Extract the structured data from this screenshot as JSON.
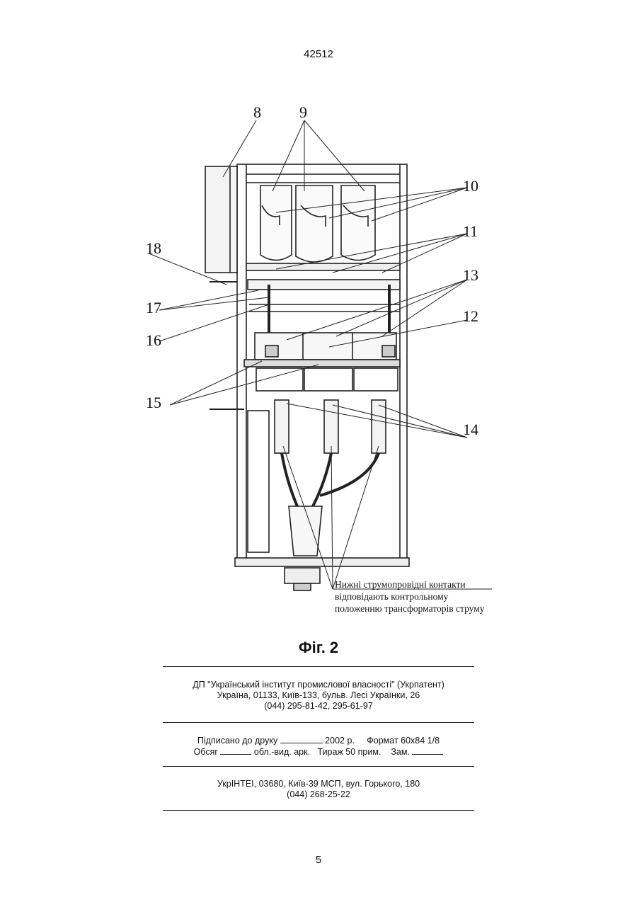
{
  "header": {
    "patent_number": "42512"
  },
  "figure": {
    "labels": {
      "l8": "8",
      "l9": "9",
      "l10": "10",
      "l11": "11",
      "l12": "12",
      "l13": "13",
      "l14": "14",
      "l15": "15",
      "l16": "16",
      "l17": "17",
      "l18": "18"
    },
    "note": {
      "line1": "Нижні струмопровідні контакти",
      "line2": "відповідають контрольному",
      "line3": "положенню трансформаторів струму"
    },
    "caption": "Фіг. 2"
  },
  "footer": {
    "publisher": {
      "line1": "ДП \"Український інститут промислової власності\" (Укрпатент)",
      "line2": "Україна, 01133, Київ-133, бульв. Лесі Українки, 26",
      "line3": "(044) 295-81-42, 295-61-97"
    },
    "print_info": {
      "signed_label": "Підписано до друку",
      "year_text": "2002 р.",
      "format_text": "Формат 60х84 1/8",
      "volume_label": "Обсяг",
      "volume_unit": "обл.-вид. арк.",
      "circulation_text": "Тираж 50 прим.",
      "order_label": "Зам."
    },
    "printer": {
      "line1": "УкрІНТЕІ, 03680, Київ-39 МСП, вул. Горького, 180",
      "line2": "(044) 268-25-22"
    }
  },
  "page_number": "5"
}
